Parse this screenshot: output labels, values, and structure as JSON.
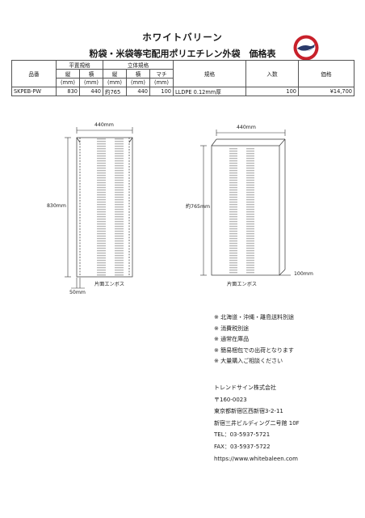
{
  "header": {
    "title": "ホワイトバリーン",
    "subtitle": "粉袋・米袋等宅配用ポリエチレン外袋　価格表"
  },
  "table": {
    "col_part": "品番",
    "group_flat": "平置規格",
    "group_stand": "立体規格",
    "col_spec": "規格",
    "col_qty": "入数",
    "col_price": "価格",
    "sub_length": "縦",
    "sub_width": "横",
    "sub_gusset": "マチ",
    "unit": "(mm)",
    "row": {
      "part": "SKPEB-PW",
      "flat_length": "830",
      "flat_width": "440",
      "stand_length": "約765",
      "stand_width": "440",
      "stand_gusset": "100",
      "spec": "LLDPE 0.12mm厚",
      "qty": "100",
      "price": "¥14,700"
    }
  },
  "diagram_flat": {
    "width_label": "440mm",
    "height_label": "830mm",
    "bottom_label": "50mm",
    "emboss_label": "片面エンボス"
  },
  "diagram_stand": {
    "width_label": "440mm",
    "height_label": "約765mm",
    "gusset_label": "100mm",
    "emboss_label": "片面エンボス"
  },
  "notes": [
    "※ 北海道・沖縄・離島送料別途",
    "※ 消費税別途",
    "※ 通常在庫品",
    "※ 簡易梱包での出荷となります",
    "※ 大量購入ご相談ください"
  ],
  "company": {
    "name": "トレンドサイン株式会社",
    "postal": "〒160-0023",
    "address1": "東京都新宿区西新宿3-2-11",
    "address2": "新宿三井ビルディング二号館 10F",
    "tel": "TEL：03-5937-5721",
    "fax": "FAX：03-5937-5722",
    "url": "https://www.whitebaleen.com"
  },
  "colors": {
    "line": "#333333",
    "stripe": "#b9b9b9",
    "logo_red": "#c8202a"
  }
}
